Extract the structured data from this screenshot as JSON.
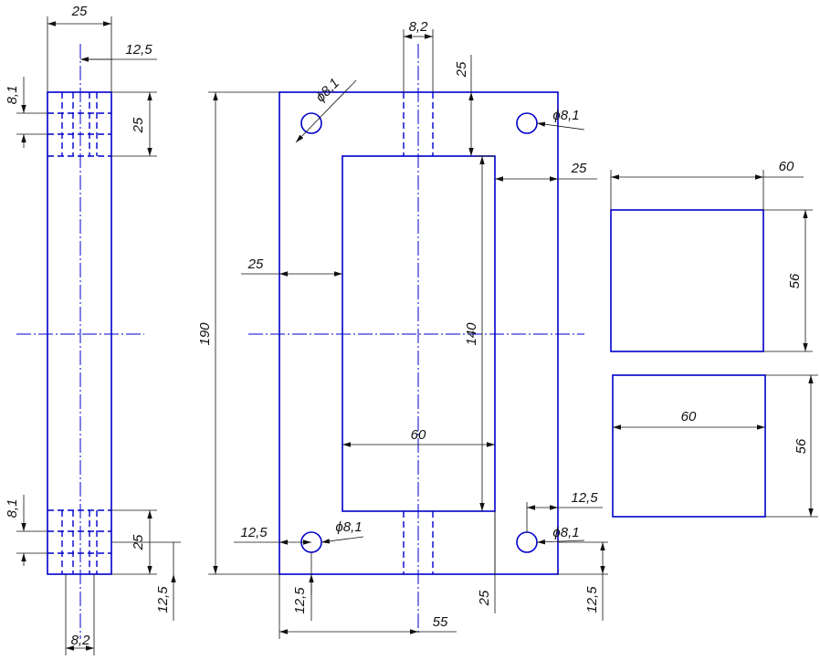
{
  "colors": {
    "object": "#0000cc",
    "dimension": "#111111",
    "background": "#ffffff"
  },
  "side_view": {
    "dims": {
      "top_width": "25",
      "top_offset": "12,5",
      "top_hole": "8,1",
      "top_depth": "25",
      "bottom_hole": "8,1",
      "bottom_depth": "25",
      "bottom_offset": "12,5",
      "bottom_width": "8,2"
    }
  },
  "front_view": {
    "dims": {
      "slot_width": "8,2",
      "top_margin": "25",
      "hole_tl": "ϕ8,1",
      "hole_tr": "ϕ8,1",
      "right_margin": "25",
      "left_margin": "25",
      "height": "190",
      "window_height": "140",
      "window_width": "60",
      "right_offset": "12,5",
      "left_offset": "12,5",
      "hole_bl": "ϕ8,1",
      "hole_br": "ϕ8,1",
      "bottom_left": "12,5",
      "bottom_margin": "25",
      "bottom_right": "12,5",
      "half_width": "55"
    }
  },
  "plate_top": {
    "dims": {
      "width": "60",
      "height": "56"
    }
  },
  "plate_bottom": {
    "dims": {
      "width": "60",
      "height": "56"
    }
  }
}
